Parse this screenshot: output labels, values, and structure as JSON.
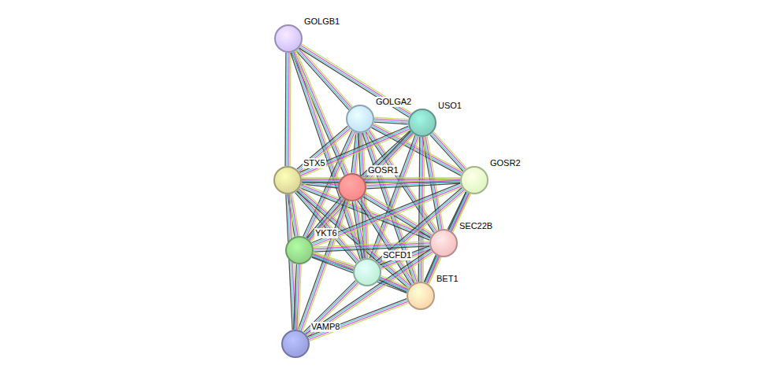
{
  "diagram": {
    "nodes": [
      {
        "text": [
          "GOLGB1"
        ]
      },
      {
        "text": [
          "GOLGA2"
        ]
      },
      {
        "text": [
          "USO1"
        ]
      },
      {
        "text": [
          "STX5"
        ]
      },
      {
        "text": [
          "GOSR1"
        ]
      },
      {
        "text": [
          "GOSR2"
        ]
      },
      {
        "text": [
          "YKT6"
        ]
      },
      {
        "text": [
          "SEC22B"
        ]
      },
      {
        "text": [
          "SCFD1"
        ]
      },
      {
        "text": [
          "BET1"
        ]
      },
      {
        "text": [
          "VAMP8"
        ]
      }
    ],
    "edges": [
      {
        "from": 0,
        "to": 1,
        "arrow": "none"
      },
      {
        "from": 0,
        "to": 2,
        "arrow": "none"
      },
      {
        "from": 0,
        "to": 3,
        "arrow": "none"
      },
      {
        "from": 0,
        "to": 4,
        "arrow": "none"
      },
      {
        "from": 0,
        "to": 8,
        "arrow": "none"
      },
      {
        "from": 1,
        "to": 2,
        "arrow": "none"
      },
      {
        "from": 1,
        "to": 3,
        "arrow": "none"
      },
      {
        "from": 1,
        "to": 4,
        "arrow": "none"
      },
      {
        "from": 1,
        "to": 5,
        "arrow": "none"
      },
      {
        "from": 1,
        "to": 6,
        "arrow": "none"
      },
      {
        "from": 1,
        "to": 7,
        "arrow": "none"
      },
      {
        "from": 1,
        "to": 8,
        "arrow": "none"
      },
      {
        "from": 1,
        "to": 9,
        "arrow": "none"
      },
      {
        "from": 2,
        "to": 3,
        "arrow": "none"
      },
      {
        "from": 2,
        "to": 4,
        "arrow": "none"
      },
      {
        "from": 2,
        "to": 5,
        "arrow": "none"
      },
      {
        "from": 2,
        "to": 6,
        "arrow": "none"
      },
      {
        "from": 2,
        "to": 7,
        "arrow": "none"
      },
      {
        "from": 2,
        "to": 8,
        "arrow": "none"
      },
      {
        "from": 2,
        "to": 9,
        "arrow": "none"
      },
      {
        "from": 3,
        "to": 4,
        "arrow": "none"
      },
      {
        "from": 3,
        "to": 5,
        "arrow": "none"
      },
      {
        "from": 3,
        "to": 6,
        "arrow": "none"
      },
      {
        "from": 3,
        "to": 7,
        "arrow": "none"
      },
      {
        "from": 3,
        "to": 8,
        "arrow": "none"
      },
      {
        "from": 3,
        "to": 9,
        "arrow": "none"
      },
      {
        "from": 3,
        "to": 10,
        "arrow": "none"
      },
      {
        "from": 4,
        "to": 5,
        "arrow": "none"
      },
      {
        "from": 4,
        "to": 6,
        "arrow": "none"
      },
      {
        "from": 4,
        "to": 7,
        "arrow": "none"
      },
      {
        "from": 4,
        "to": 8,
        "arrow": "none"
      },
      {
        "from": 4,
        "to": 9,
        "arrow": "none"
      },
      {
        "from": 4,
        "to": 10,
        "arrow": "none"
      },
      {
        "from": 5,
        "to": 6,
        "arrow": "none"
      },
      {
        "from": 5,
        "to": 7,
        "arrow": "none"
      },
      {
        "from": 5,
        "to": 8,
        "arrow": "none"
      },
      {
        "from": 5,
        "to": 9,
        "arrow": "none"
      },
      {
        "from": 6,
        "to": 7,
        "arrow": "none"
      },
      {
        "from": 6,
        "to": 8,
        "arrow": "none"
      },
      {
        "from": 6,
        "to": 9,
        "arrow": "none"
      },
      {
        "from": 6,
        "to": 10,
        "arrow": "none"
      },
      {
        "from": 7,
        "to": 8,
        "arrow": "none"
      },
      {
        "from": 7,
        "to": 9,
        "arrow": "none"
      },
      {
        "from": 7,
        "to": 10,
        "arrow": "none"
      },
      {
        "from": 8,
        "to": 9,
        "arrow": "none"
      },
      {
        "from": 8,
        "to": 10,
        "arrow": "none"
      },
      {
        "from": 9,
        "to": 10,
        "arrow": "none"
      }
    ]
  }
}
